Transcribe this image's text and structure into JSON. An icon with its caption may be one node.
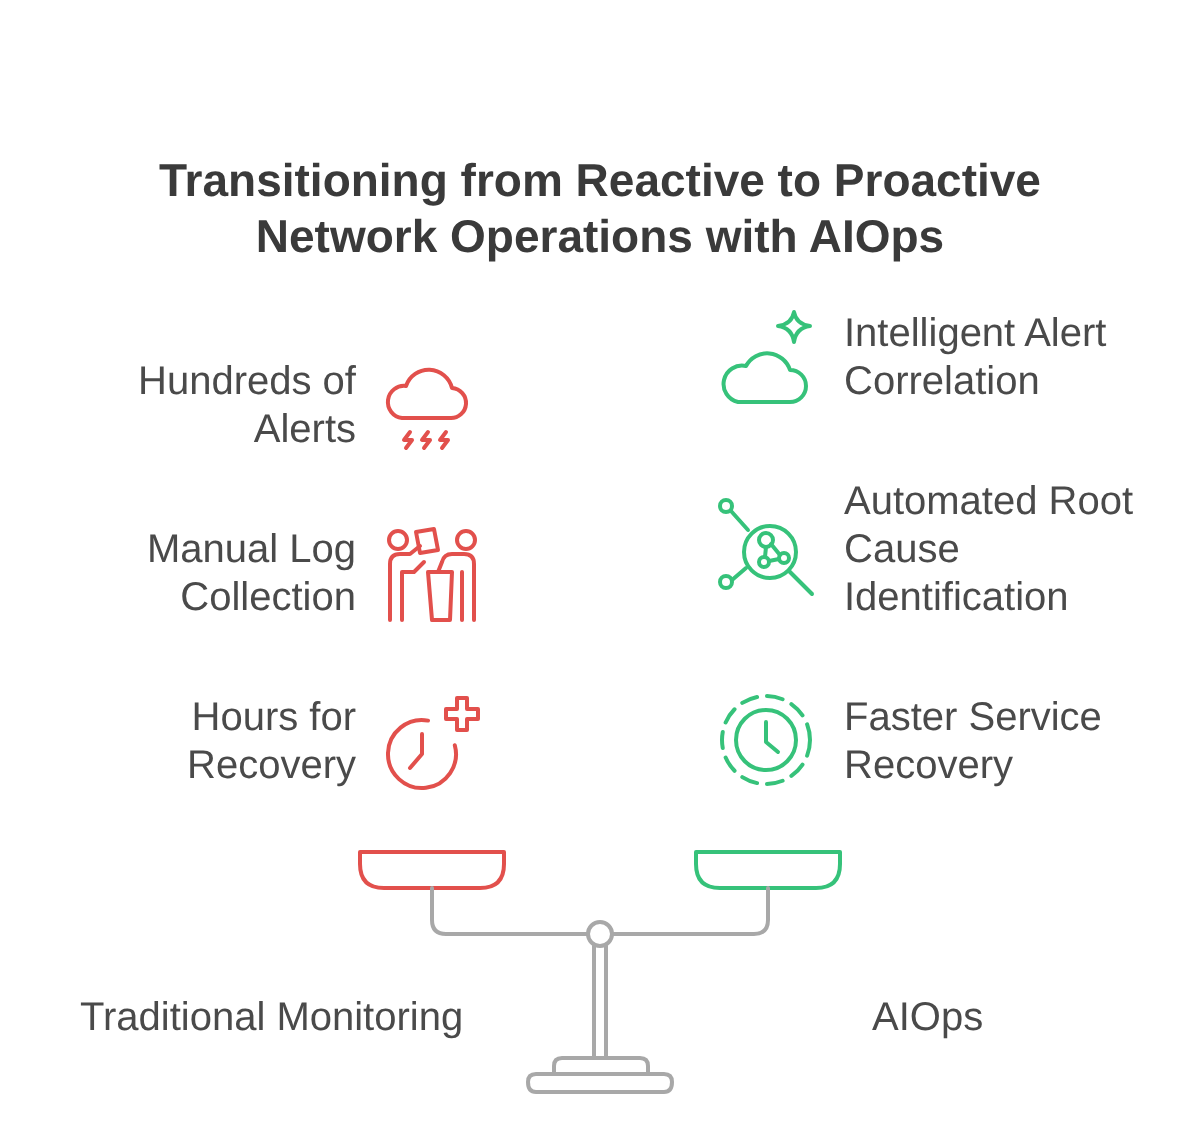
{
  "diagram": {
    "title": "Transitioning from Reactive to Proactive Network Operations with AIOps",
    "labels": [
      "Hundreds of Alerts",
      "Intelligent Alert Correlation",
      "Manual Log Collection",
      "Automated Root Cause Identification",
      "Hours for Recovery",
      "Faster Service Recovery",
      "Traditional Monitoring",
      "AIOps"
    ]
  }
}
